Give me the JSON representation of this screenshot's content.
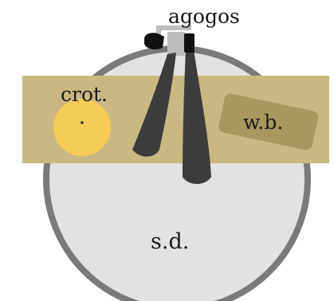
{
  "labels": {
    "agogos": "agogos",
    "crotale": "crot.",
    "woodblock": "w.b.",
    "snare_drum": "s.d."
  },
  "colors": {
    "drum_head": "#e2e2e2",
    "drum_rim": "#7a7a7a",
    "band": "#c9b882",
    "woodblock": "#a8985e",
    "crotale": "#f5cc57",
    "agogo_bells": "#3c3c3c",
    "agogo_handle": "#bdbdbd",
    "agogo_cap": "#111111"
  }
}
